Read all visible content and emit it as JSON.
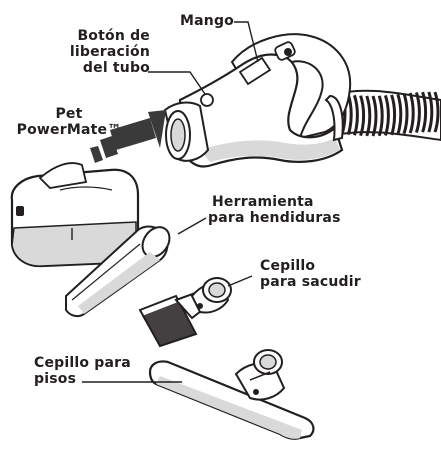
{
  "labels": {
    "handle": "Mango",
    "release_button": [
      "Botón de",
      "liberación",
      "del tubo"
    ],
    "pet_tool": [
      "Pet",
      "PowerMate™"
    ],
    "crevice_tool": [
      "Herramienta",
      "para hendiduras"
    ],
    "dusting_brush": [
      "Cepillo",
      "para sacudir"
    ],
    "floor_brush": [
      "Cepillo para",
      "pisos"
    ]
  },
  "colors": {
    "ink": "#231f20",
    "fill": "#ffffff",
    "shade": "#d9d9d9",
    "arrow": "#3a3a3a"
  }
}
